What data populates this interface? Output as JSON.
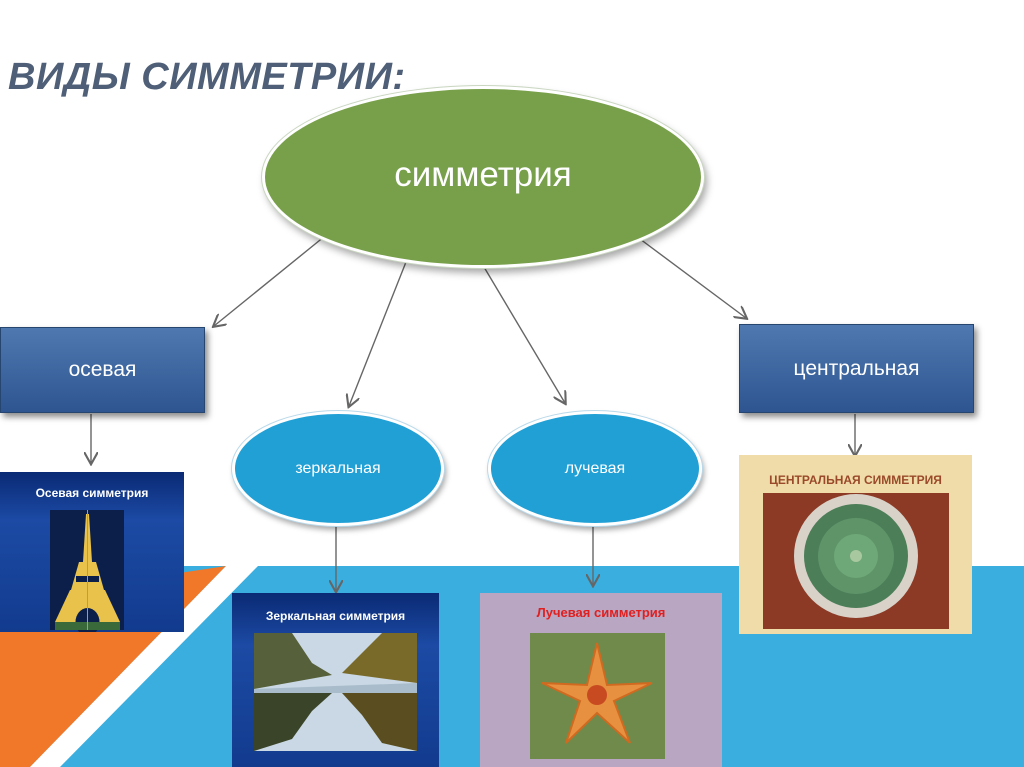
{
  "slide": {
    "title": "ВИДЫ СИММЕТРИИ:",
    "root_node": "симметрия",
    "nodes": {
      "axial": "осевая",
      "mirror": "зеркальная",
      "radial": "лучевая",
      "central": "центральная"
    },
    "images": {
      "axial_caption": "Осевая симметрия",
      "mirror_caption": "Зеркальная симметрия",
      "radial_caption": "Лучевая симметрия",
      "central_caption": "ЦЕНТРАЛЬНАЯ СИММЕТРИЯ"
    }
  },
  "colors": {
    "title": "#4e5f77",
    "root_fill": "#78a04a",
    "rect_fill": "#3a64a0",
    "oval_fill": "#21a0d6",
    "blue_band": "#3aaedf",
    "orange_band": "#f07828",
    "arrow": "#666666"
  }
}
